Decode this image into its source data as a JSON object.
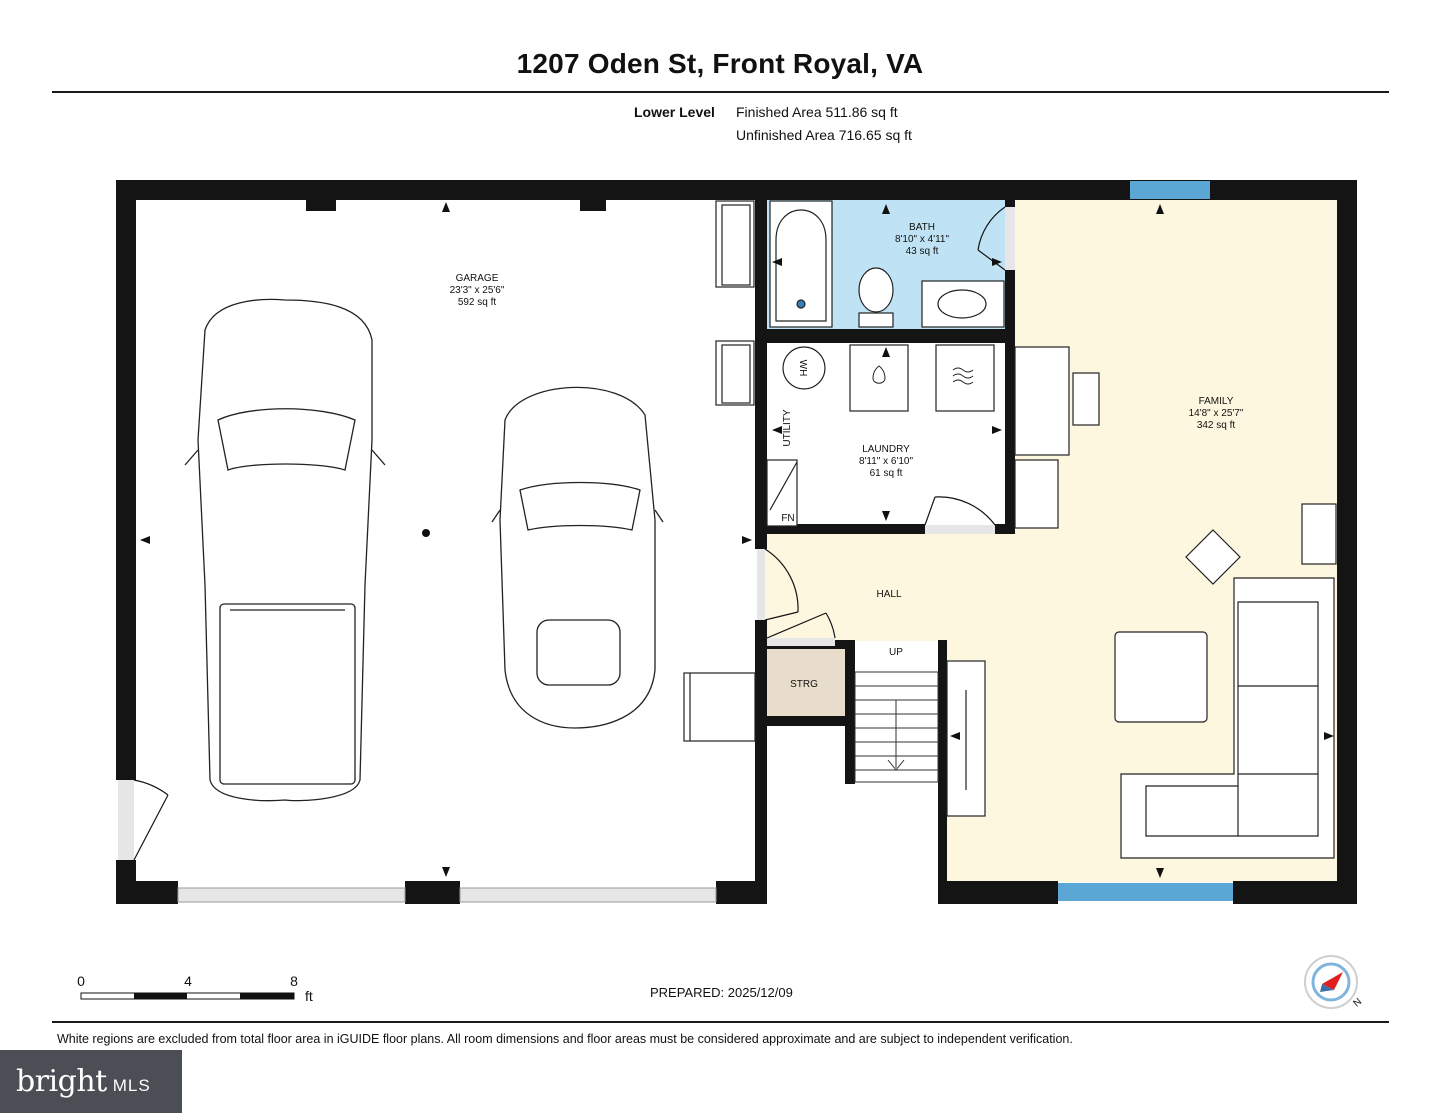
{
  "header": {
    "address": "1207 Oden St, Front Royal, VA",
    "level_label": "Lower Level",
    "finished_area": "Finished Area 511.86 sq ft",
    "unfinished_area": "Unfinished Area 716.65 sq ft"
  },
  "rooms": {
    "garage": {
      "name": "GARAGE",
      "dims": "23'3\" x 25'6\"",
      "area": "592 sq ft"
    },
    "bath": {
      "name": "BATH",
      "dims": "8'10\" x 4'11\"",
      "area": "43 sq ft"
    },
    "laundry": {
      "name": "LAUNDRY",
      "dims": "8'11\" x 6'10\"",
      "area": "61 sq ft"
    },
    "family": {
      "name": "FAMILY",
      "dims": "14'8\" x 25'7\"",
      "area": "342 sq ft"
    },
    "hall": {
      "name": "HALL"
    },
    "strg": {
      "name": "STRG"
    },
    "up": "UP",
    "utility": "UTILITY",
    "wh": "WH",
    "fn": "FN"
  },
  "scale": {
    "tick_0": "0",
    "tick_4": "4",
    "tick_8": "8",
    "unit": "ft"
  },
  "prepared": "PREPARED: 2025/12/09",
  "compass_label": "N",
  "disclaimer": "White regions are excluded from total floor area in iGUIDE floor plans. All room dimensions and floor areas must be considered approximate and are subject to independent verification.",
  "logo": {
    "text": "bright",
    "suffix": "MLS"
  },
  "colors": {
    "wall": "#141414",
    "bath_fill": "#bfe3f5",
    "family_fill": "#fdf7e0",
    "storage_fill": "#e8dccb",
    "window": "#5aa7d6",
    "compass_arrow": "#e02020"
  }
}
